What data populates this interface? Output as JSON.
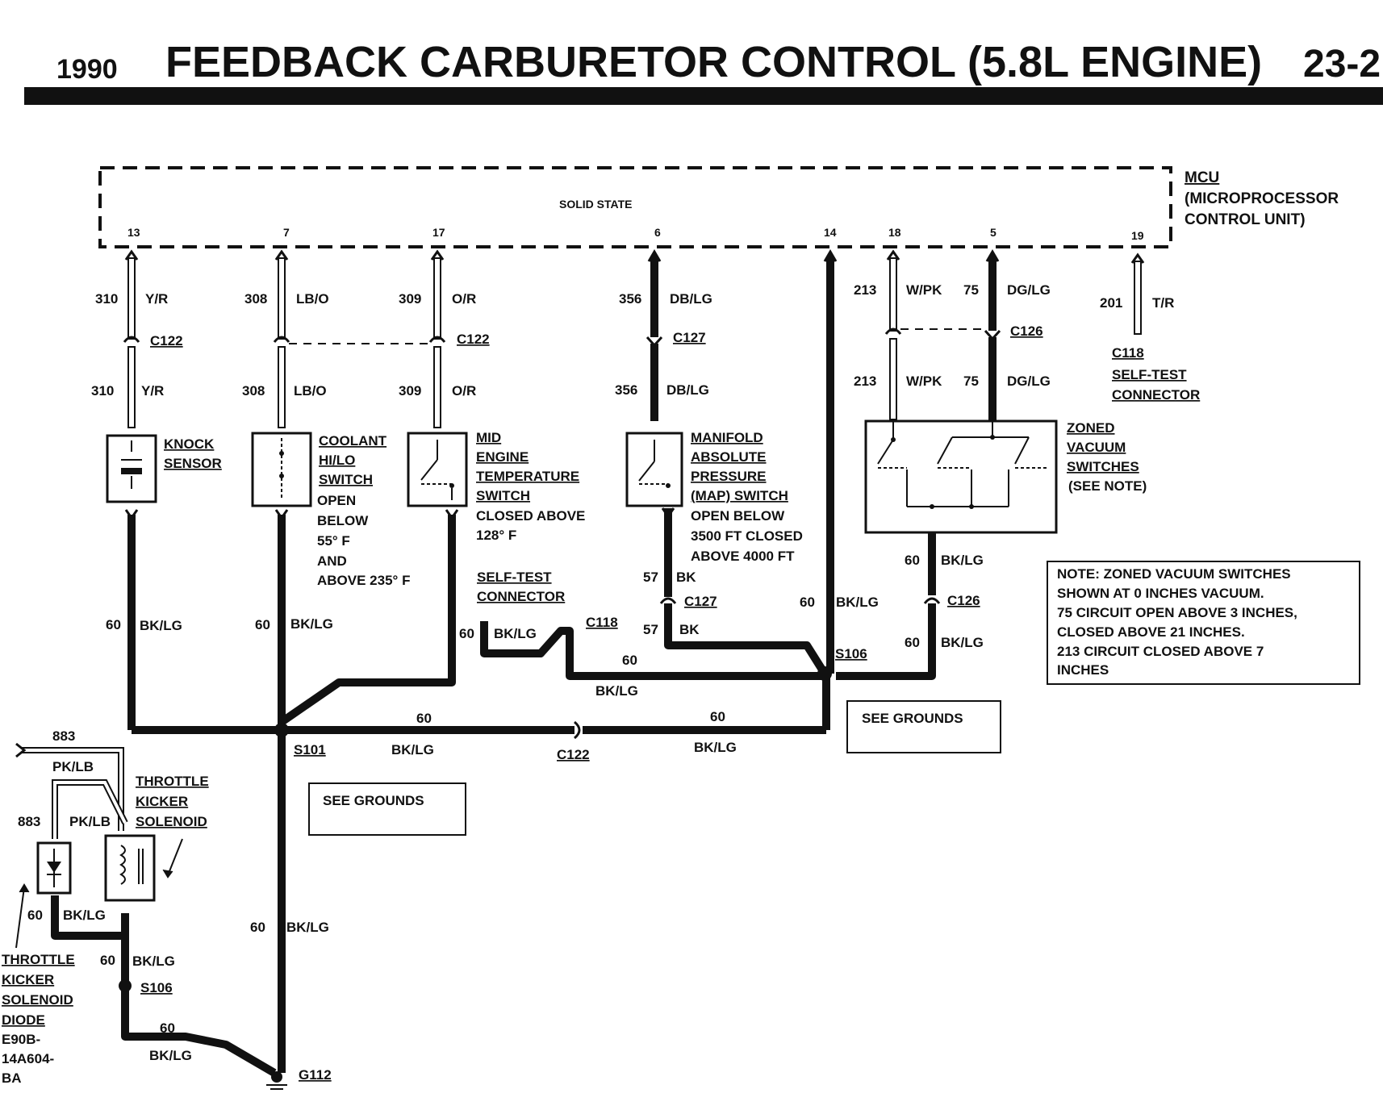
{
  "header": {
    "year": "1990",
    "title": "FEEDBACK CARBURETOR CONTROL (5.8L ENGINE)",
    "page": "23-2"
  },
  "mcu": {
    "inner_label": "SOLID STATE",
    "name_line1": "MCU",
    "name_line2": "(MICROPROCESSOR",
    "name_line3": "CONTROL UNIT)",
    "pins": [
      "13",
      "7",
      "17",
      "6",
      "14",
      "18",
      "5",
      "19"
    ]
  },
  "wires": {
    "c310": "310",
    "c310_color": "Y/R",
    "c308": "308",
    "c308_color": "LB/O",
    "c309": "309",
    "c309_color": "O/R",
    "c356": "356",
    "c356_color": "DB/LG",
    "c213": "213",
    "c213_color": "W/PK",
    "c75": "75",
    "c75_color": "DG/LG",
    "c201": "201",
    "c201_color": "T/R",
    "c60": "60",
    "c60_color": "BK/LG",
    "c57": "57",
    "c57_color": "BK",
    "c883": "883",
    "c883_color": "PK/LB"
  },
  "connectors": {
    "c122": "C122",
    "c127": "C127",
    "c126": "C126",
    "c118": "C118",
    "s101": "S101",
    "s106": "S106",
    "g112": "G112"
  },
  "components": {
    "knock": [
      "KNOCK",
      "SENSOR"
    ],
    "coolant": [
      "COOLANT",
      "HI/LO",
      "SWITCH"
    ],
    "coolant_note": [
      "OPEN",
      "BELOW",
      "55° F",
      "AND",
      "ABOVE 235° F"
    ],
    "mid_engine": [
      "MID",
      "ENGINE",
      "TEMPERATURE",
      "SWITCH"
    ],
    "mid_engine_note": [
      "CLOSED ABOVE",
      "128° F"
    ],
    "map": [
      "MANIFOLD",
      "ABSOLUTE",
      "PRESSURE",
      "(MAP) SWITCH"
    ],
    "map_note": [
      "OPEN BELOW",
      "3500 FT CLOSED",
      "ABOVE 4000 FT"
    ],
    "zoned": [
      "ZONED",
      "VACUUM",
      "SWITCHES"
    ],
    "zoned_note": "(SEE NOTE)",
    "self_test_top": [
      "C118",
      "SELF-TEST",
      "CONNECTOR"
    ],
    "self_test_mid": [
      "SELF-TEST",
      "CONNECTOR"
    ],
    "throttle_solenoid": [
      "THROTTLE",
      "KICKER",
      "SOLENOID"
    ],
    "throttle_diode": [
      "THROTTLE",
      "KICKER",
      "SOLENOID",
      "DIODE"
    ],
    "diode_part": [
      "E90B-",
      "14A604-",
      "BA"
    ]
  },
  "note": [
    "NOTE: ZONED VACUUM SWITCHES",
    "SHOWN AT 0 INCHES VACUUM.",
    "75 CIRCUIT OPEN ABOVE 3 INCHES,",
    "CLOSED ABOVE 21 INCHES.",
    "213 CIRCUIT CLOSED ABOVE 7",
    "INCHES"
  ],
  "grounds_ref": "SEE GROUNDS"
}
